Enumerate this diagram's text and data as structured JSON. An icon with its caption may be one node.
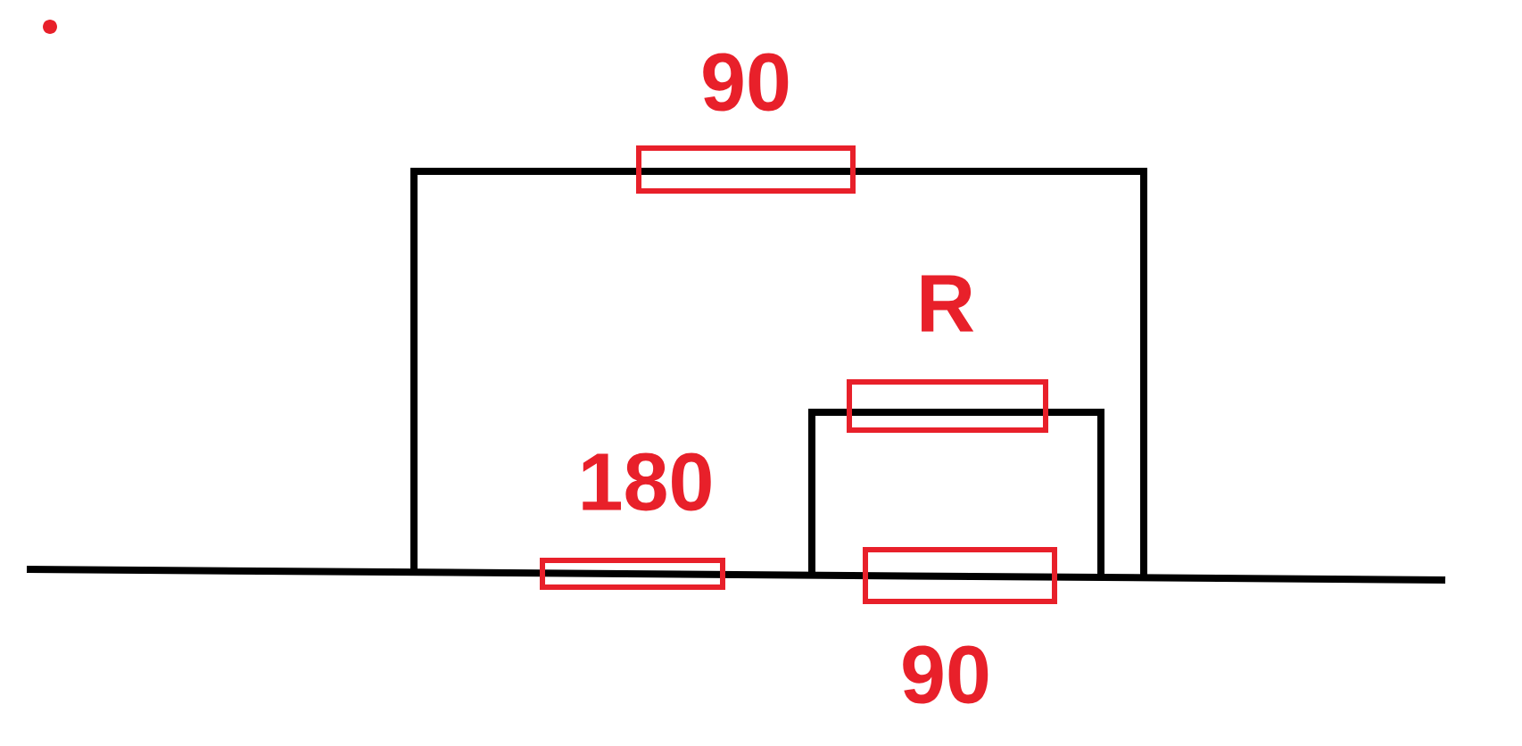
{
  "diagram": {
    "labels": [
      "90",
      "R",
      "180",
      "90"
    ]
  }
}
